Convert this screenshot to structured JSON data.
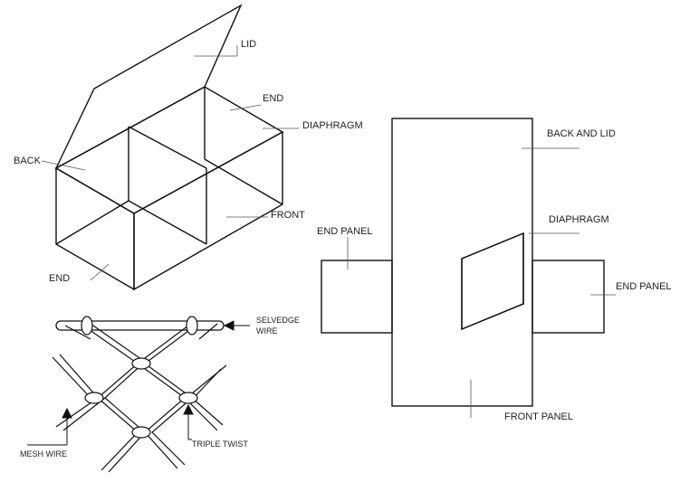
{
  "gabion_box": {
    "labels": {
      "lid": "LID",
      "end_top": "END",
      "diaphragm": "DIAPHRAGM",
      "back": "BACK",
      "front": "FRONT",
      "end_bottom": "END"
    }
  },
  "unfolded_layout": {
    "labels": {
      "back_and_lid": "BACK AND LID",
      "diaphragm": "DIAPHRAGM",
      "end_panel_left": "END PANEL",
      "end_panel_right": "END PANEL",
      "front_panel": "FRONT PANEL"
    }
  },
  "mesh_detail": {
    "labels": {
      "selvedge_line1": "SELVEDGE",
      "selvedge_line2": "WIRE",
      "mesh_wire": "MESH WIRE",
      "triple_twist": "TRIPLE TWIST"
    }
  },
  "colors": {
    "line": "#111111",
    "mesh": "#333333",
    "background": "#ffffff"
  }
}
